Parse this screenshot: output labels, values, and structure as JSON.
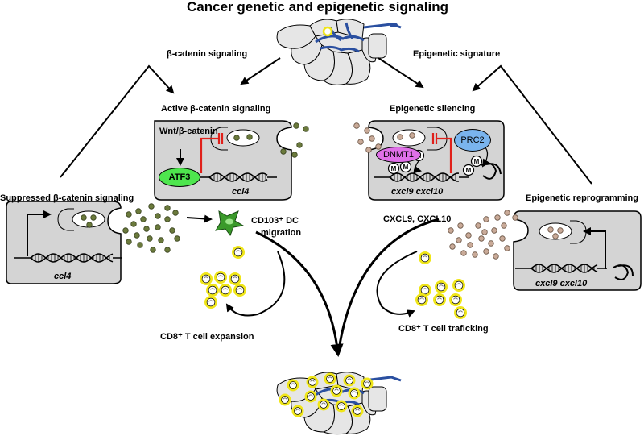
{
  "title": "Cancer genetic and epigenetic signaling",
  "labels": {
    "beta_catenin_signaling": "β-catenin signaling",
    "epigenetic_signature": "Epigenetic signature",
    "active_beta_catenin": "Active β-catenin signaling",
    "epigenetic_silencing": "Epigenetic silencing",
    "wnt_beta_catenin": "Wnt/β-catenin",
    "atf3": "ATF3",
    "ccl4_active": "ccl4",
    "dnmt1": "DNMT1",
    "prc2": "PRC2",
    "methyl_mark": "M",
    "cxcl9_cxcl10_silenced": "cxcl9 cxcl10",
    "suppressed_beta_catenin": "Suppressed β-catenin  signaling",
    "epigenetic_reprogramming": "Epigenetic reprogramming",
    "ccl4_suppressed": "ccl4",
    "cd103_dc": "CD103⁺ DC",
    "migration": "migration",
    "cxcl9_cxcl10_chemokines": "CXCL9, CXCL10",
    "cxcl9_cxcl10_reprogrammed": "cxcl9 cxcl10",
    "cd8_expansion": "CD8⁺ T cell expansion",
    "cd8_trafficking": "CD8⁺ T cell traficking"
  },
  "colors": {
    "cell_fill": "#d4d4d4",
    "tumor_cell": "#e6e6e6",
    "vessel": "#2a4fa0",
    "ccl4_dot": "#6b7a3c",
    "cxcl_dot": "#c9aa98",
    "atf3": "#4ee64e",
    "dnmt1": "#e070e8",
    "prc2": "#7ab4ee",
    "inhibition": "#e0201a",
    "t_cell_ring": "#f0e619",
    "dc": "#3a9a2a"
  }
}
